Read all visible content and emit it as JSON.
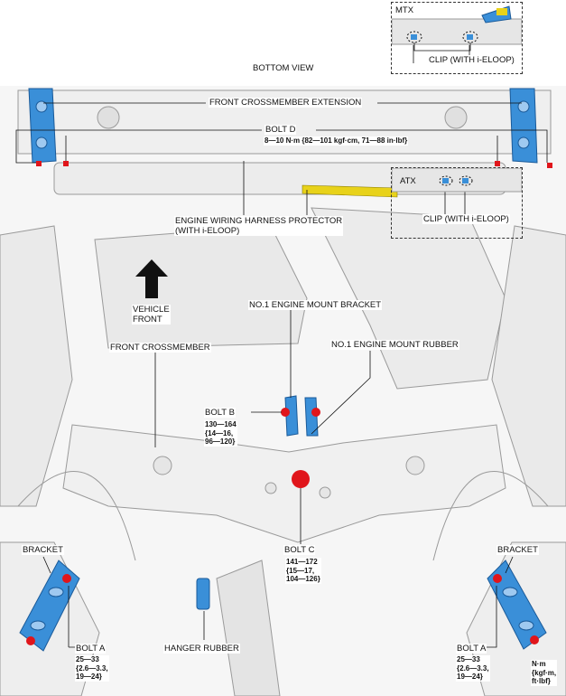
{
  "view_title": "BOTTOM VIEW",
  "insets": {
    "mtx": {
      "title": "MTX",
      "clip_label": "CLIP (WITH i-ELOOP)"
    },
    "atx": {
      "title": "ATX",
      "clip_label": "CLIP (WITH i-ELOOP)"
    }
  },
  "labels": {
    "front_crossmember_extension": "FRONT CROSSMEMBER EXTENSION",
    "bolt_d": "BOLT D",
    "bolt_d_torque": "8—10 N·m {82—101 kgf·cm, 71—88 in·lbf}",
    "engine_wiring_harness_protector": "ENGINE WIRING HARNESS PROTECTOR\n(WITH i-ELOOP)",
    "vehicle_front": "VEHICLE\nFRONT",
    "no1_engine_mount_bracket": "NO.1 ENGINE MOUNT BRACKET",
    "front_crossmember": "FRONT CROSSMEMBER",
    "no1_engine_mount_rubber": "NO.1 ENGINE MOUNT RUBBER",
    "bolt_b": "BOLT B",
    "bolt_b_torque": "130—164\n{14—16,\n96—120}",
    "bolt_c": "BOLT C",
    "bolt_c_torque": "141—172\n{15—17,\n104—126}",
    "bracket_left": "BRACKET",
    "bracket_right": "BRACKET",
    "bolt_a_left": "BOLT A",
    "bolt_a_left_torque": "25—33\n{2.6—3.3,\n19—24}",
    "bolt_a_right": "BOLT A",
    "bolt_a_right_torque": "25—33\n{2.6—3.3,\n19—24}",
    "hanger_rubber": "HANGER RUBBER",
    "unit_note": "N·m\n{kgf·m,\nft·lbf}"
  },
  "colors": {
    "highlight_blue": "#3a8fd8",
    "bolt_red": "#e0151b",
    "line_gray": "#9a9a9a",
    "body_fill": "#f3f3f3",
    "harness_yellow": "#e8d21a"
  }
}
